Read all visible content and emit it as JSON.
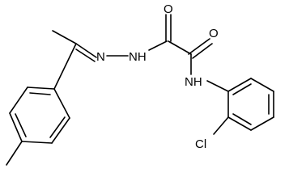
{
  "molecule": {
    "atom_labels": {
      "o_upper": "O",
      "o_lower": "O",
      "n_imine": "N",
      "nh_hydrazide": "NH",
      "nh_amide": "NH",
      "chlorine": "Cl"
    }
  },
  "colors": {
    "bond": "#000000",
    "label": "#000000",
    "background": "#ffffff"
  }
}
